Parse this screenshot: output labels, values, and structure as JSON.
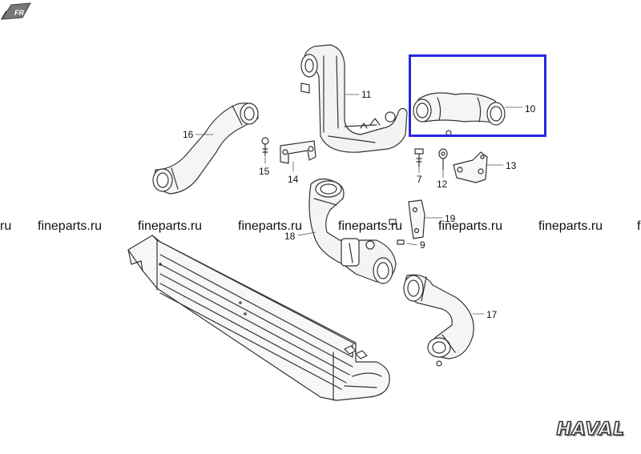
{
  "diagram": {
    "callouts": {
      "c7": "7",
      "c9": "9",
      "c10": "10",
      "c11": "11",
      "c12": "12",
      "c13": "13",
      "c14": "14",
      "c15": "15",
      "c16": "16",
      "c17": "17",
      "c18": "18",
      "c19": "19"
    },
    "watermark": "fineparts.ru",
    "watermark_fragment": "ru",
    "fr_badge": "FR",
    "brand": "HAVAL",
    "highlight_color": "#2727e0"
  }
}
